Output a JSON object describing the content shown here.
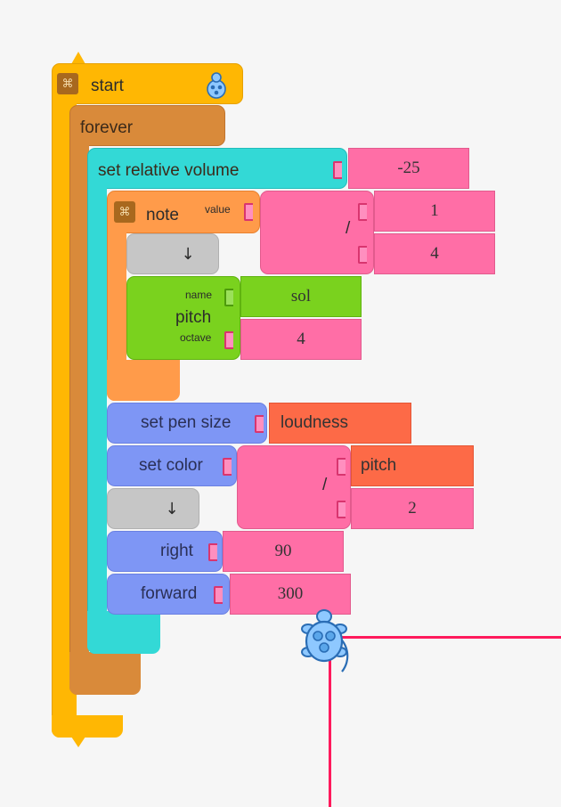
{
  "blocks": {
    "start": {
      "label": "start"
    },
    "forever": {
      "label": "forever"
    },
    "set_relative_volume": {
      "label": "set relative volume",
      "value": "-25"
    },
    "note": {
      "label": "note",
      "value_label": "value",
      "divide_op": "/",
      "numerator": "1",
      "denominator": "4"
    },
    "hidden_arrow_1": {
      "label": "↓"
    },
    "pitch": {
      "label": "pitch",
      "name_label": "name",
      "octave_label": "octave",
      "name_value": "sol",
      "octave_value": "4"
    },
    "set_pen_size": {
      "label": "set pen size",
      "value": "loudness"
    },
    "set_color": {
      "label": "set color",
      "divide_op": "/",
      "numerator": "pitch",
      "denominator": "2"
    },
    "hidden_arrow_2": {
      "label": "↓"
    },
    "right": {
      "label": "right",
      "value": "90"
    },
    "forward": {
      "label": "forward",
      "value": "300"
    }
  },
  "colors": {
    "start": "#ffb703",
    "forever": "#d98a3a",
    "volume": "#33d9d6",
    "note": "#ff9b4a",
    "hidden": "#c6c6c6",
    "pitch": "#7ad21e",
    "pen": "#7e96f5",
    "pen_dark": "#6a80e2",
    "number": "#ff6ea6",
    "boxvalue": "#fd6a47",
    "turtle": "#8ec8ff",
    "trail": "#ff1a5c"
  },
  "canvas": {
    "turtle_icon": "turtle-icon",
    "start_icon": "turtle-start-icon"
  }
}
